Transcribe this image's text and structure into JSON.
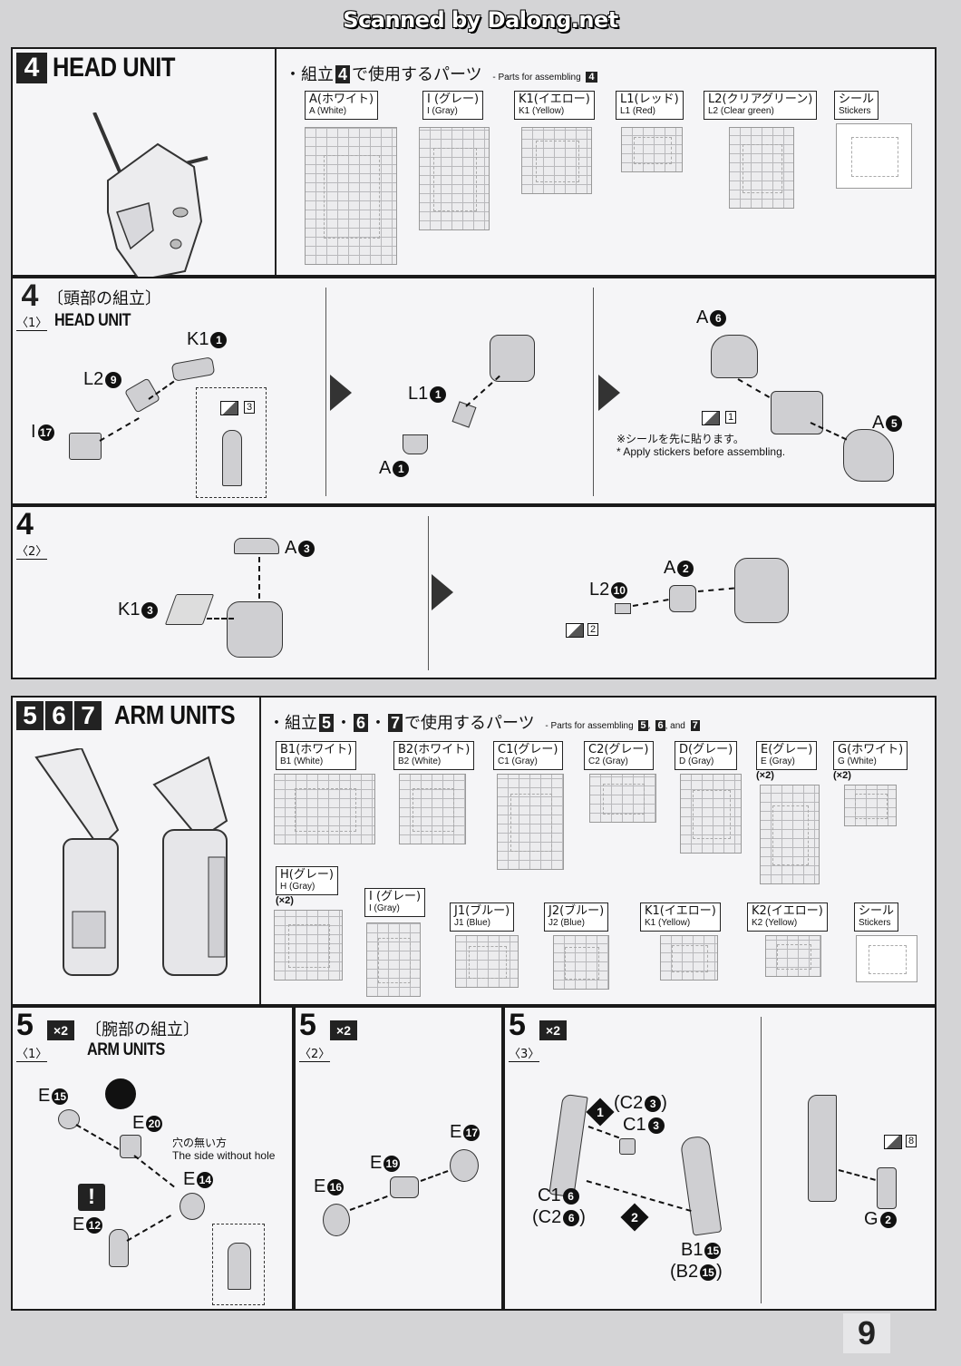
{
  "scanner_credit": "Scanned by Dalong.net",
  "page_number": "9",
  "head": {
    "section_number": "4",
    "section_title": "HEAD UNIT",
    "parts_heading_jp": "・組立",
    "parts_heading_num": "4",
    "parts_heading_jp2": "で使用するパーツ",
    "parts_heading_en": "- Parts for assembling",
    "parts_heading_en_num": "4",
    "parts": [
      {
        "jp": "A(ホワイト)",
        "en": "A (White)"
      },
      {
        "jp": "I (グレー)",
        "en": "I (Gray)"
      },
      {
        "jp": "K1(イエロー)",
        "en": "K1 (Yellow)"
      },
      {
        "jp": "L1(レッド)",
        "en": "L1 (Red)"
      },
      {
        "jp": "L2(クリアグリーン)",
        "en": "L2 (Clear green)"
      },
      {
        "jp": "シール",
        "en": "Stickers"
      }
    ]
  },
  "step4_1": {
    "num": "4",
    "jp_title": "〔頭部の組立〕",
    "sub": "〈1〉",
    "en_title": "HEAD UNIT",
    "labels": {
      "k1": "K1",
      "k1_n": "1",
      "l2": "L2",
      "l2_n": "9",
      "i": "I",
      "i_n": "17",
      "sticker3": "3",
      "l1": "L1",
      "l1_n": "1",
      "a1": "A",
      "a1_n": "1",
      "a6": "A",
      "a6_n": "6",
      "a5": "A",
      "a5_n": "5",
      "sticker1": "1"
    },
    "note_jp": "※シールを先に貼ります。",
    "note_en": "* Apply stickers before assembling."
  },
  "step4_2": {
    "num": "4",
    "sub": "〈2〉",
    "labels": {
      "a3": "A",
      "a3_n": "3",
      "k1": "K1",
      "k1_n": "3",
      "a2": "A",
      "a2_n": "2",
      "l2": "L2",
      "l2_n": "10",
      "sticker2": "2"
    }
  },
  "arm": {
    "section_nums": [
      "5",
      "6",
      "7"
    ],
    "section_title": "ARM UNITS",
    "parts_heading_jp": "・組立",
    "parts_heading_nums": [
      "5",
      "6",
      "7"
    ],
    "parts_heading_jp2": "で使用するパーツ",
    "parts_heading_en": "- Parts for assembling",
    "parts_heading_en_and": ", and",
    "parts_row1": [
      {
        "jp": "B1(ホワイト)",
        "en": "B1 (White)",
        "mult": ""
      },
      {
        "jp": "B2(ホワイト)",
        "en": "B2 (White)",
        "mult": ""
      },
      {
        "jp": "C1(グレー)",
        "en": "C1 (Gray)",
        "mult": ""
      },
      {
        "jp": "C2(グレー)",
        "en": "C2 (Gray)",
        "mult": ""
      },
      {
        "jp": "D(グレー)",
        "en": "D (Gray)",
        "mult": ""
      },
      {
        "jp": "E(グレー)",
        "en": "E (Gray)",
        "mult": "(×2)"
      },
      {
        "jp": "G(ホワイト)",
        "en": "G (White)",
        "mult": "(×2)"
      }
    ],
    "parts_row2": [
      {
        "jp": "H(グレー)",
        "en": "H (Gray)",
        "mult": "(×2)"
      },
      {
        "jp": "I (グレー)",
        "en": "I (Gray)",
        "mult": ""
      },
      {
        "jp": "J1(ブルー)",
        "en": "J1 (Blue)",
        "mult": ""
      },
      {
        "jp": "J2(ブルー)",
        "en": "J2 (Blue)",
        "mult": ""
      },
      {
        "jp": "K1(イエロー)",
        "en": "K1 (Yellow)",
        "mult": ""
      },
      {
        "jp": "K2(イエロー)",
        "en": "K2 (Yellow)",
        "mult": ""
      },
      {
        "jp": "シール",
        "en": "Stickers",
        "mult": ""
      }
    ]
  },
  "step5_1": {
    "num": "5",
    "mult": "×2",
    "sub": "〈1〉",
    "jp_title": "〔腕部の組立〕",
    "en_title": "ARM UNITS",
    "labels": {
      "e15": "E",
      "e15_n": "15",
      "e20": "E",
      "e20_n": "20",
      "e14": "E",
      "e14_n": "14",
      "e12": "E",
      "e12_n": "12"
    },
    "hole_jp": "穴の無い方",
    "hole_en": "The side without hole",
    "warning": "!"
  },
  "step5_2": {
    "num": "5",
    "mult": "×2",
    "sub": "〈2〉",
    "labels": {
      "e17": "E",
      "e17_n": "17",
      "e19": "E",
      "e19_n": "19",
      "e16": "E",
      "e16_n": "16"
    }
  },
  "step5_3": {
    "num": "5",
    "mult": "×2",
    "sub": "〈3〉",
    "labels": {
      "step1": "1",
      "step2": "2",
      "c2_3": "(C2",
      "c2_3_n": "3",
      "c2_3_close": ")",
      "c1_3": "C1",
      "c1_3_n": "3",
      "c1_6": "C1",
      "c1_6_n": "6",
      "c2_6": "(C2",
      "c2_6_n": "6",
      "c2_6_close": ")",
      "b1_15": "B1",
      "b1_15_n": "15",
      "b2_15": "(B2",
      "b2_15_n": "15",
      "b2_15_close": ")",
      "g2": "G",
      "g2_n": "2",
      "sticker8": "8"
    }
  }
}
